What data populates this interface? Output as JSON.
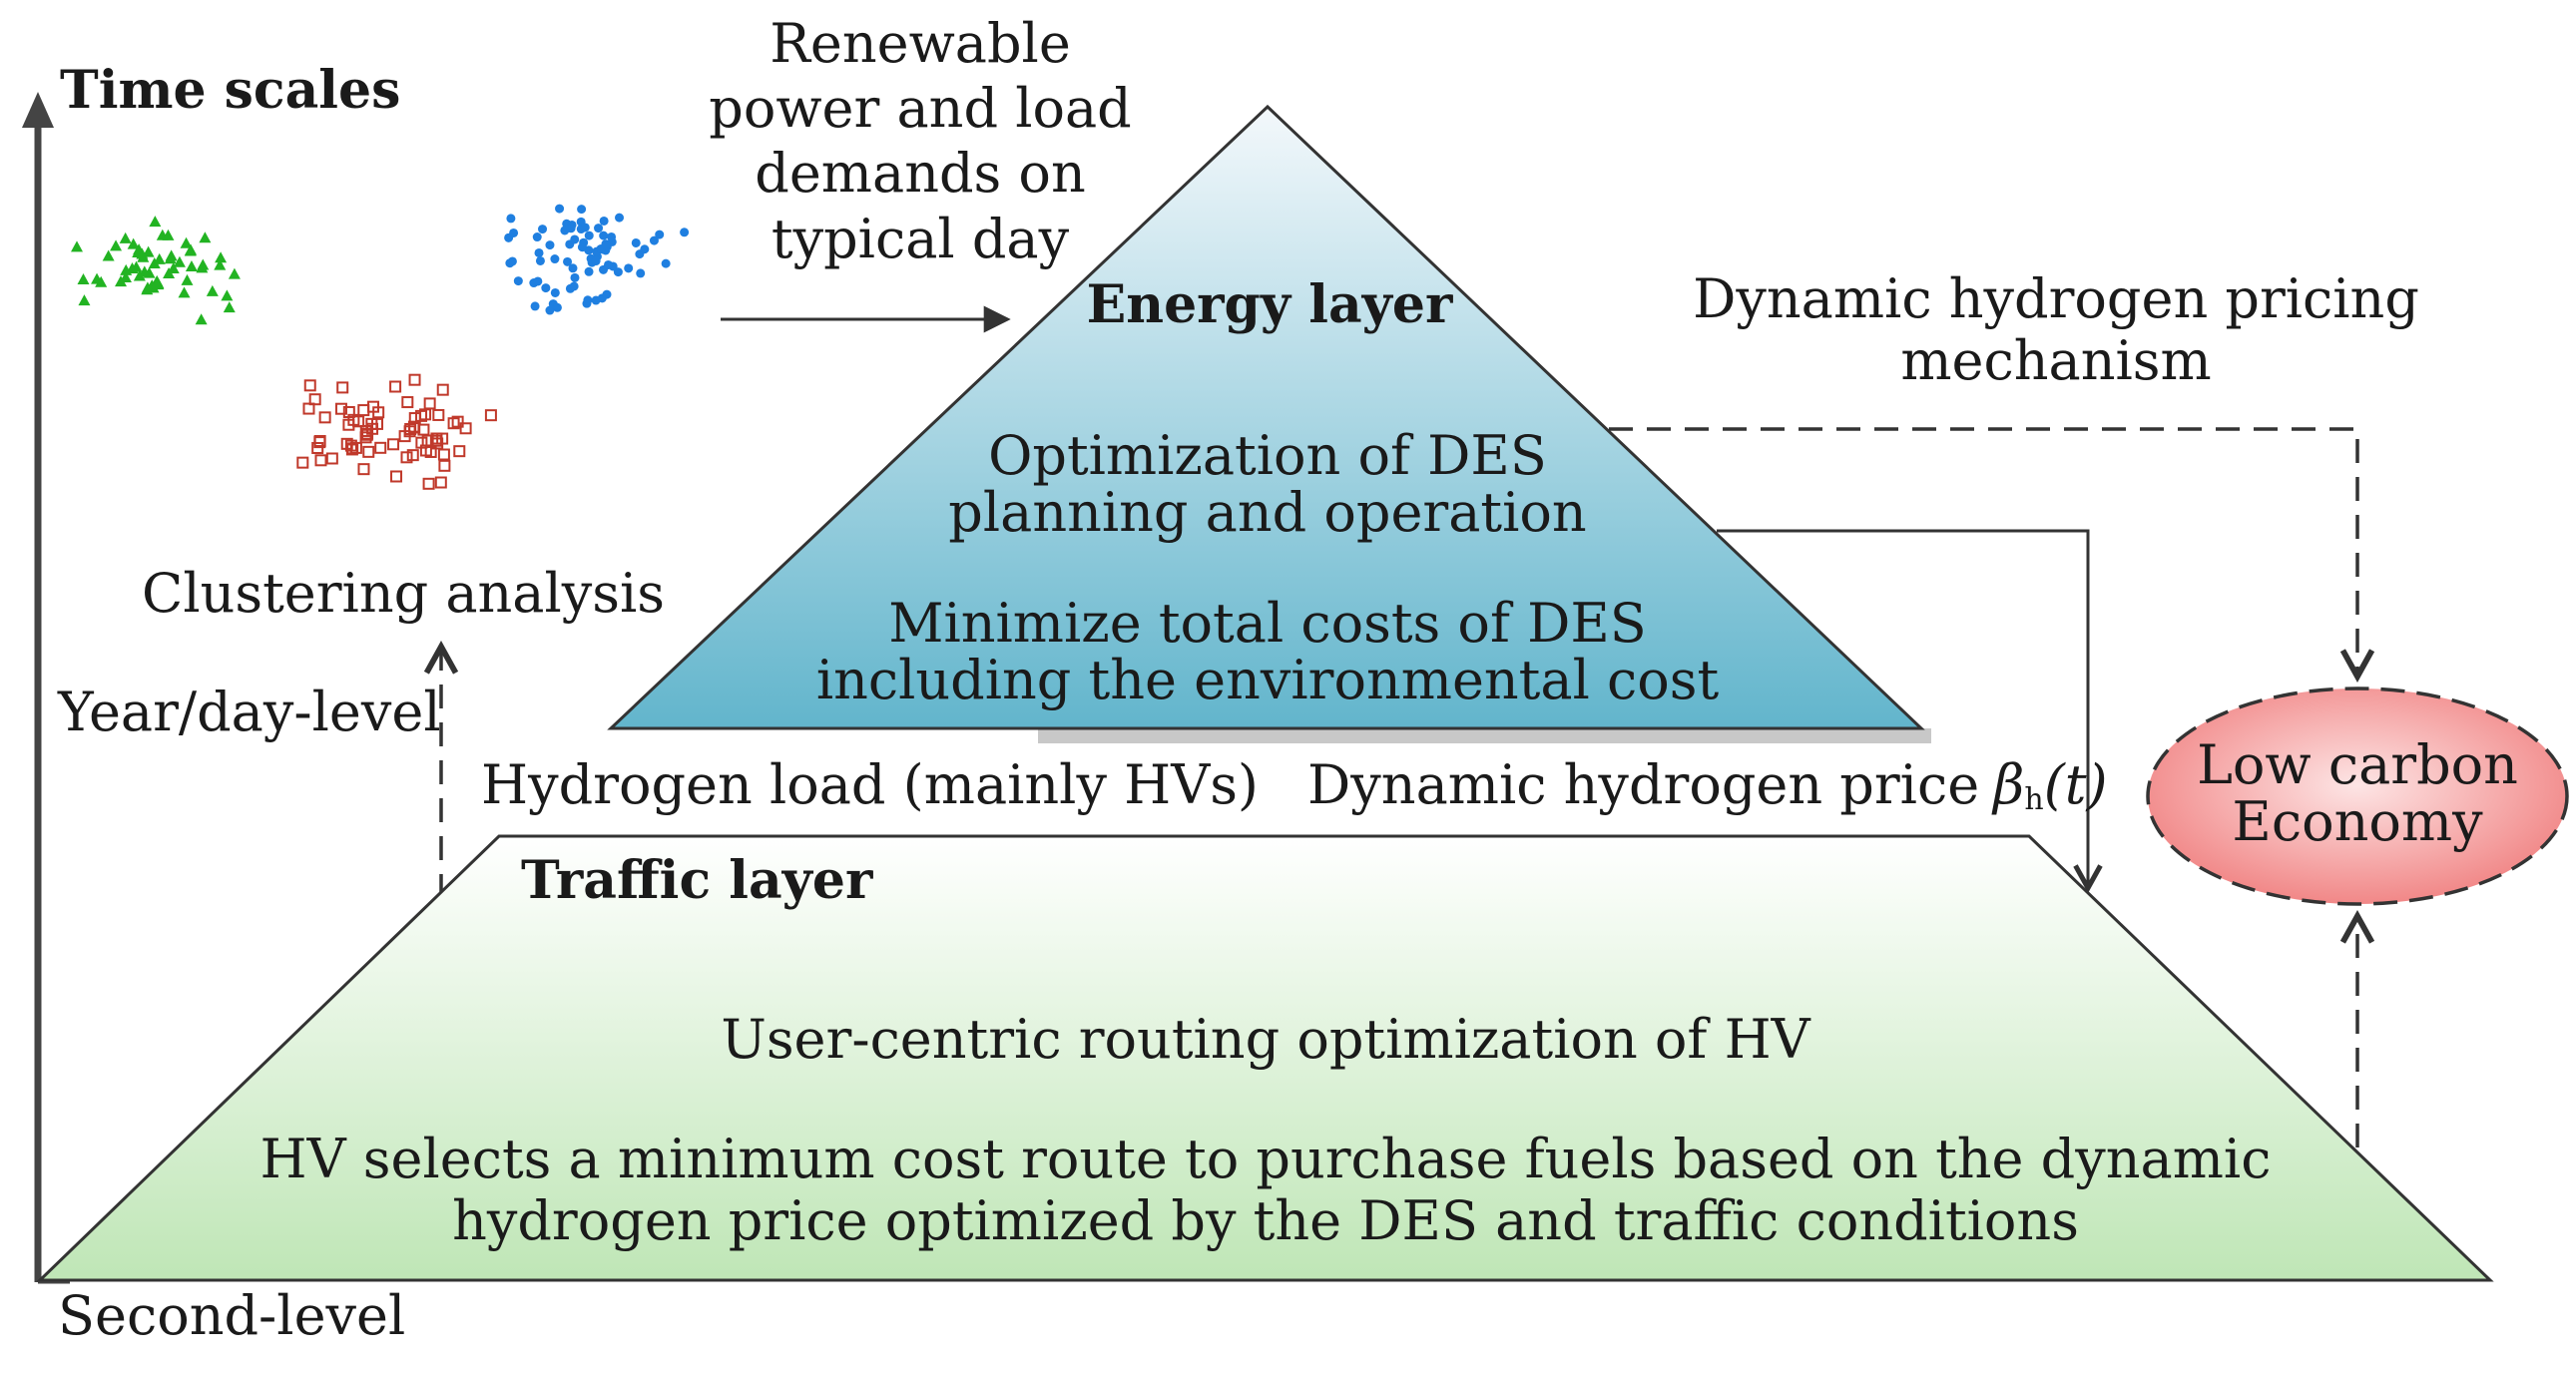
{
  "axis": {
    "title": "Time scales",
    "top_label": "Year/day-level",
    "bottom_label": "Second-level"
  },
  "clustering": {
    "label": "Clustering analysis"
  },
  "renewable": {
    "line1": "Renewable",
    "line2": "power and load",
    "line3": "demands on",
    "line4": "typical day"
  },
  "energy_layer": {
    "title": "Energy layer",
    "opt_line1": "Optimization of DES",
    "opt_line2": "planning and operation",
    "min_line1": "Minimize total costs of DES",
    "min_line2": "including the environmental cost"
  },
  "pricing": {
    "line1": "Dynamic hydrogen pricing",
    "line2": "mechanism"
  },
  "between": {
    "hydrogen_load": "Hydrogen load (mainly HVs)",
    "dynamic_price": "Dynamic hydrogen price",
    "beta": "β",
    "beta_sub": "h",
    "beta_arg": "(t)"
  },
  "traffic_layer": {
    "title": "Traffic layer",
    "routing": "User-centric routing optimization of HV",
    "desc_line1": "HV selects a minimum cost route to purchase fuels based on the dynamic",
    "desc_line2": "hydrogen price optimized by the DES and traffic conditions"
  },
  "goal": {
    "line1": "Low carbon",
    "line2": "Economy"
  },
  "colors": {
    "cluster_green": "#22b322",
    "cluster_blue": "#1f7fe0",
    "cluster_red": "#c0392b",
    "energy_top": "#f3f8fb",
    "energy_bottom": "#62b5cc",
    "traffic_top": "#ffffff",
    "traffic_bottom": "#bfe6b6",
    "goal_fill": "#f28a8a"
  },
  "icons": {
    "vertical_axis_arrow": "arrow-up-icon",
    "renewable_arrow": "arrow-right-icon"
  }
}
